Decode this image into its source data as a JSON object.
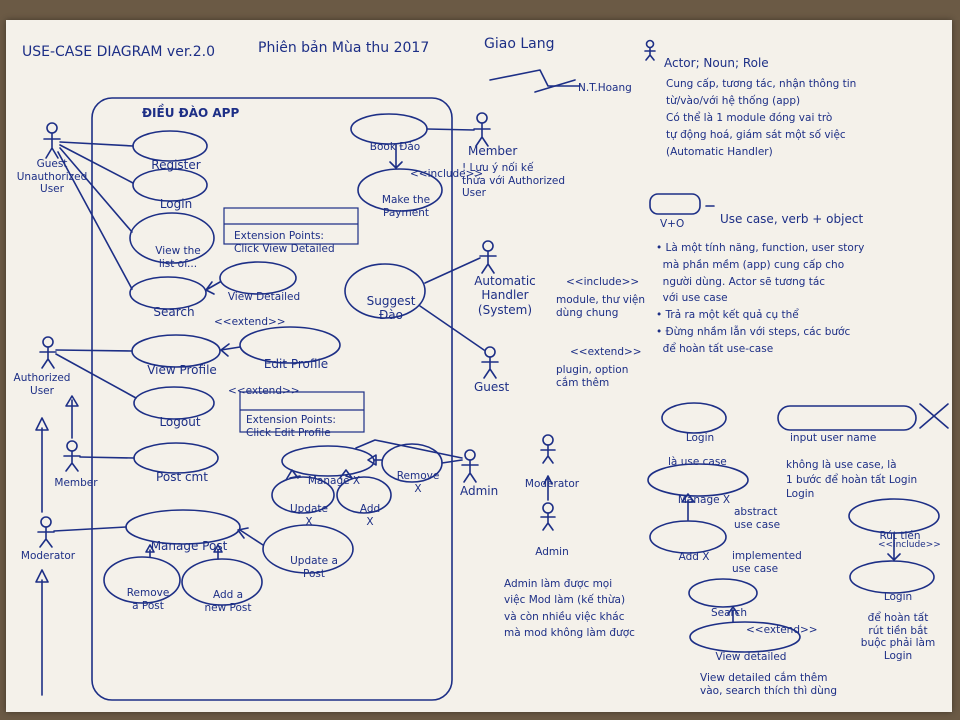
{
  "header": {
    "title": "USE-CASE DIAGRAM ver.2.0",
    "subtitle": "Phiên bản Mùa thu 2017",
    "author_sig": "Giao Lang",
    "author_name": "N.T.Hoang"
  },
  "system": {
    "label": "ĐIỀU ĐÀO APP"
  },
  "actors": {
    "guest": "Guest\nUnauthorized\nUser",
    "member_top": "Member",
    "member_note": "! Lưu ý nối kế\nthừa với Authorized\nUser",
    "auto_handler": "Automatic\nHandler\n(System)",
    "guest_right": "Guest",
    "authorized": "Authorized\nUser",
    "member_left": "Member",
    "moderator": "Moderator",
    "admin": "Admin"
  },
  "usecases": {
    "register": "Register",
    "login": "Login",
    "view_list": "View the\nlist of...",
    "search": "Search",
    "view_detailed": "View Detailed",
    "book": "Book Đào",
    "payment": "Make the\nPayment",
    "suggest": "Suggest\nĐào",
    "view_profile": "View Profile",
    "edit_profile": "Edit Profile",
    "logout": "Logout",
    "post_cmt": "Post cmt",
    "manage_x": "Manage X",
    "update_x": "Update\nX",
    "add_x": "Add\nX",
    "remove_x": "Remove\nX",
    "manage_post": "Manage Post",
    "update_post": "Update a\nPost",
    "remove_post": "Remove\na Post",
    "add_post": "Add a\nnew Post"
  },
  "relations": {
    "include_book": "<<include>>",
    "extend_search": "<<extend>>",
    "extend_profile": "<<extend>>",
    "ext_points_1": "Extension Points:\nClick View Detailed",
    "ext_points_2": "Extension Points:\nClick Edit Profile"
  },
  "mid_notes": {
    "include_label": "<<include>>",
    "include_desc": "module, thư viện\ndùng chung",
    "extend_label": "<<extend>>",
    "extend_desc": "plugin, option\ncắm thêm",
    "mod_label": "Moderator",
    "admin_label": "Admin",
    "admin_desc": "Admin làm được mọi\nviệc Mod làm (kế thừa)\nvà còn nhiều việc khác\nmà mod không làm được"
  },
  "right_notes": {
    "actor_heading": "Actor; Noun; Role",
    "actor_desc": "Cung cấp, tương tác, nhận thông tin\ntừ/vào/với hệ thống (app)\nCó thể là 1 module đóng vai trò\ntự động hoá, giám sát một số việc\n(Automatic Handler)",
    "vo_badge": "V+O",
    "usecase_heading": "Use case, verb + object",
    "usecase_desc": "• Là một tính năng, function, user story\n  mà phần mềm (app) cung cấp cho\n  người dùng. Actor sẽ tương tác\n  với use case\n• Trả ra một kết quả cụ thể\n• Đừng nhầm lẫn với steps, các bước\n  để hoàn tất use-case",
    "ex_login": "Login",
    "ex_login_note": "là use case",
    "ex_input": "input user name",
    "ex_input_note": "không là use case, là\n1 bước để hoàn tất Login\nLogin",
    "ex_manage": "Manage X",
    "ex_abstract": "abstract\nuse case",
    "ex_add": "Add X",
    "ex_impl": "implemented\nuse case",
    "ex_search": "Search",
    "ex_extend": "<<extend>>",
    "ex_view": "View detailed",
    "ex_view_note": "View detailed cắm thêm\nvào, search thích thì dùng",
    "ex_rut": "Rút tiền",
    "ex_include": "<<include>>",
    "ex_login2": "Login",
    "ex_rut_note": "để hoàn tất\nrút tiền bắt\nbuộc phải làm\nLogin"
  }
}
